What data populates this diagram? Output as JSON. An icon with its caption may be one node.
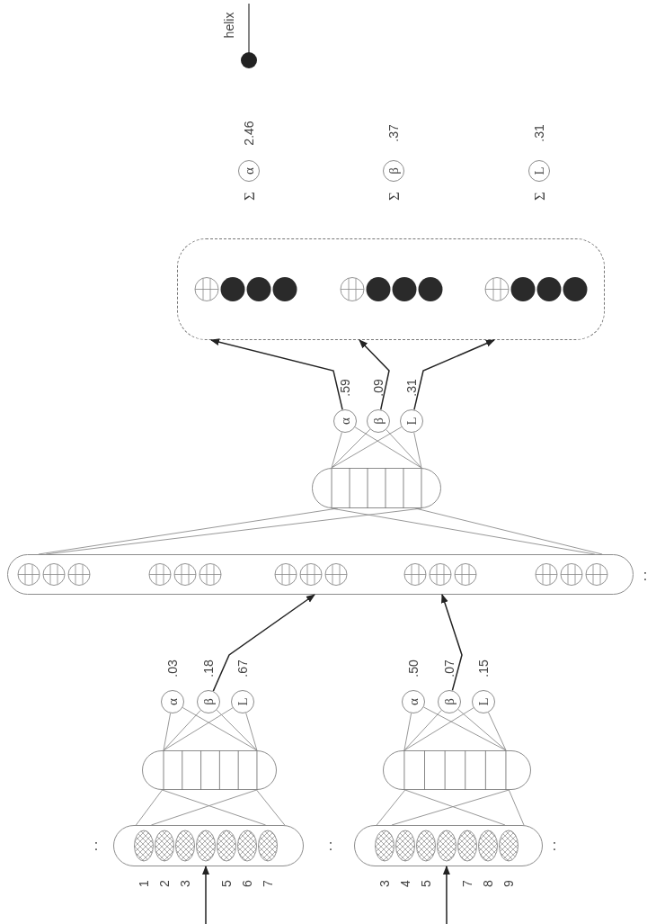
{
  "diagram": {
    "nodes": [
      {
        "text": [],
        "shape": "box"
      },
      {
        "text": [],
        "shape": "box"
      },
      {
        "text": [],
        "shape": "box"
      },
      {
        "text": [],
        "shape": "box"
      },
      {
        "text": [
          "α"
        ],
        "beside": [
          ".03"
        ]
      },
      {
        "text": [
          "β"
        ],
        "beside": [
          ".18"
        ]
      },
      {
        "text": [
          "L"
        ],
        "beside": [
          ".67"
        ]
      },
      {
        "text": [
          "α"
        ],
        "beside": [
          ".50"
        ]
      },
      {
        "text": [
          "β"
        ],
        "beside": [
          ".07"
        ]
      },
      {
        "text": [
          "L"
        ],
        "beside": [
          ".15"
        ]
      },
      {
        "text": [],
        "shape": "box"
      },
      {
        "text": [],
        "shape": "box"
      },
      {
        "text": [
          "α"
        ],
        "beside": [
          ".59"
        ]
      },
      {
        "text": [
          "β"
        ],
        "beside": [
          ".09"
        ]
      },
      {
        "text": [
          "L"
        ],
        "beside": [
          ".31"
        ]
      },
      {
        "text": [],
        "shape": "box"
      },
      {
        "text": [
          "α"
        ],
        "beside": [
          "Σ",
          "2.46"
        ]
      },
      {
        "text": [
          "β"
        ],
        "beside": [
          "Σ",
          ".37"
        ]
      },
      {
        "text": [
          "L"
        ],
        "beside": [
          "Σ",
          ".31"
        ]
      }
    ],
    "edges": [
      {
        "from": null,
        "to": 0,
        "arrow": "to",
        "color": "#222222"
      },
      {
        "from": null,
        "to": 1,
        "arrow": "to",
        "color": "#222222"
      },
      {
        "from": 0,
        "to": 2,
        "arrow": "none"
      },
      {
        "from": 0,
        "to": 2,
        "arrow": "none"
      },
      {
        "from": 0,
        "to": 2,
        "arrow": "none"
      },
      {
        "from": 0,
        "to": 2,
        "arrow": "none"
      },
      {
        "from": 2,
        "to": 4,
        "arrow": "none"
      },
      {
        "from": 2,
        "to": 4,
        "arrow": "none"
      },
      {
        "from": 2,
        "to": 5,
        "arrow": "none"
      },
      {
        "from": 2,
        "to": 5,
        "arrow": "none"
      },
      {
        "from": 2,
        "to": 6,
        "arrow": "none"
      },
      {
        "from": 2,
        "to": 6,
        "arrow": "none"
      },
      {
        "from": 1,
        "to": 3,
        "arrow": "none"
      },
      {
        "from": 1,
        "to": 3,
        "arrow": "none"
      },
      {
        "from": 1,
        "to": 3,
        "arrow": "none"
      },
      {
        "from": 1,
        "to": 3,
        "arrow": "none"
      },
      {
        "from": 3,
        "to": 7,
        "arrow": "none"
      },
      {
        "from": 3,
        "to": 7,
        "arrow": "none"
      },
      {
        "from": 3,
        "to": 8,
        "arrow": "none"
      },
      {
        "from": 3,
        "to": 8,
        "arrow": "none"
      },
      {
        "from": 3,
        "to": 9,
        "arrow": "none"
      },
      {
        "from": 3,
        "to": 9,
        "arrow": "none"
      },
      {
        "from": 5,
        "to": 10,
        "arrow": "to",
        "color": "#222222"
      },
      {
        "from": 8,
        "to": 10,
        "arrow": "to",
        "color": "#222222"
      },
      {
        "from": 10,
        "to": 11,
        "arrow": "none"
      },
      {
        "from": 10,
        "to": 11,
        "arrow": "none"
      },
      {
        "from": 10,
        "to": 11,
        "arrow": "none"
      },
      {
        "from": 10,
        "to": 11,
        "arrow": "none"
      },
      {
        "from": 11,
        "to": 12,
        "arrow": "none"
      },
      {
        "from": 11,
        "to": 12,
        "arrow": "none"
      },
      {
        "from": 11,
        "to": 13,
        "arrow": "none"
      },
      {
        "from": 11,
        "to": 13,
        "arrow": "none"
      },
      {
        "from": 11,
        "to": 14,
        "arrow": "none"
      },
      {
        "from": 11,
        "to": 14,
        "arrow": "none"
      },
      {
        "from": 12,
        "to": 15,
        "arrow": "to",
        "color": "#222222"
      },
      {
        "from": 13,
        "to": 15,
        "arrow": "to",
        "color": "#222222"
      },
      {
        "from": 14,
        "to": 15,
        "arrow": "to",
        "color": "#222222"
      }
    ],
    "labels": [
      ":",
      "1",
      "2",
      "3",
      "5",
      "6",
      "7",
      ":",
      "3",
      "4",
      "5",
      "7",
      "8",
      "9",
      ":",
      ":"
    ],
    "legend": [
      {
        "text": "helix"
      }
    ]
  }
}
